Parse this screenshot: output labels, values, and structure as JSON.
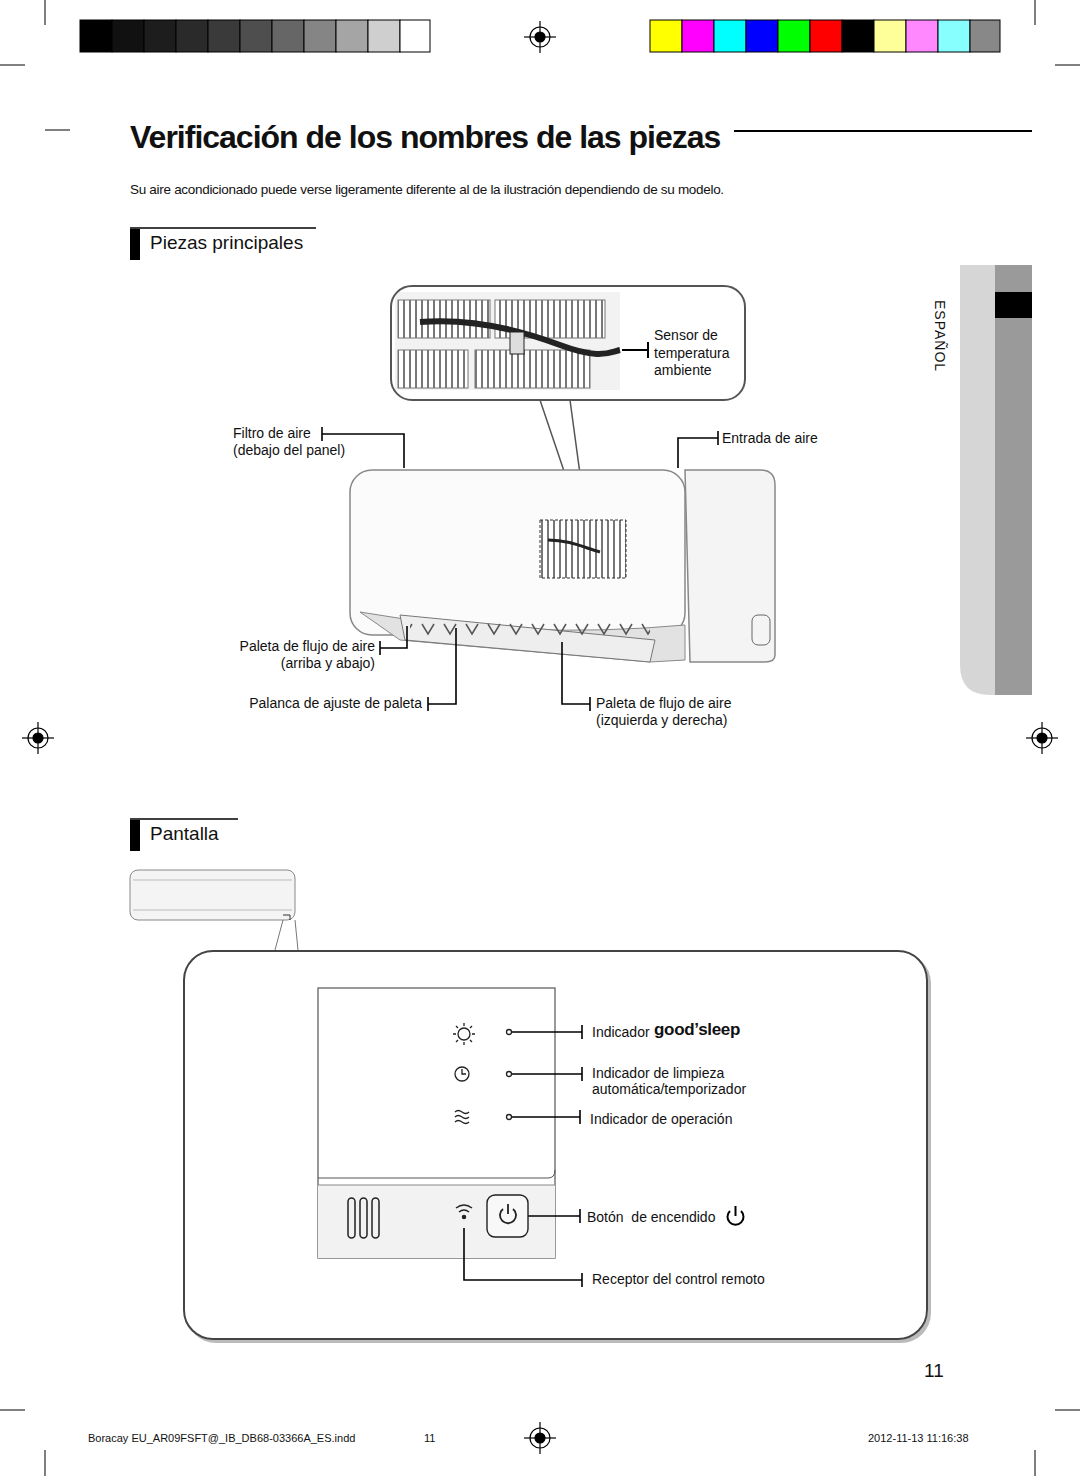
{
  "diagram": {
    "title": "Verificación de los nombres de las piezas",
    "nodes": [
      {
        "text": [
          "Sensor de temperatura ambiente"
        ]
      },
      {
        "text": [
          "Indicador",
          "good’sleep",
          "Indicador de limpieza automática/temporizador",
          "Indicador de operación",
          "Botón  de encendido",
          "Receptor del control remoto"
        ]
      }
    ],
    "labels": [
      "Su aire acondicionado puede verse ligeramente diferente al de la ilustración dependiendo de su modelo.",
      "Piezas principales",
      "Filtro de aire (debajo del panel)",
      "Entrada de aire",
      "Paleta de flujo de aire (arriba y abajo)",
      "Palanca de ajuste de paleta",
      "Paleta de flujo de aire (izquierda y derecha)",
      "Pantalla",
      "ESPAÑOL",
      "11",
      "Boracay EU_AR09FSFT@_IB_DB68-03366A_ES.indd",
      "11",
      "2012-11-13 11:16:38"
    ]
  }
}
